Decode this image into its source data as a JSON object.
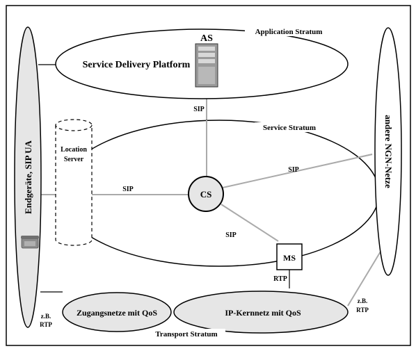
{
  "strata": {
    "application": "Application Stratum",
    "service": "Service Stratum",
    "transport": "Transport Stratum"
  },
  "nodes": {
    "sdp": "Service Delivery Platform",
    "as": "AS",
    "location_server_line1": "Location",
    "location_server_line2": "Server",
    "cs": "CS",
    "ms": "MS",
    "endgeraete": "Endgeräte, SIP UA",
    "andere_netze": "andere NGN-Netze",
    "zugangsnetze": "Zugangsnetze mit QoS",
    "ip_kernnetz": "IP-Kernnetz mit QoS"
  },
  "links": {
    "sip_as": "SIP",
    "sip_left": "SIP",
    "sip_right": "SIP",
    "sip_ms": "SIP",
    "rtp_ms": "RTP",
    "zb_left_1": "z.B.",
    "zb_left_2": "RTP",
    "zb_right_1": "z.B.",
    "zb_right_2": "RTP"
  }
}
